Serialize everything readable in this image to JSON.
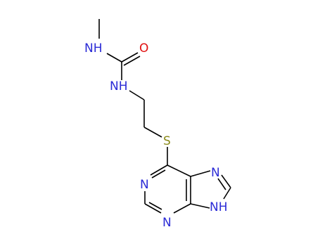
{
  "colors": {
    "background": "#ffffff",
    "bond": "#000000",
    "nitrogen": "#2b2bd6",
    "oxygen": "#e01010",
    "sulfur": "#8a8a1a"
  },
  "atoms": [
    {
      "id": "methyl_c",
      "label": "",
      "element": "C"
    },
    {
      "id": "n_urea_1",
      "label": "NH",
      "element": "N"
    },
    {
      "id": "c_carbonyl",
      "label": "",
      "element": "C"
    },
    {
      "id": "o_carbonyl",
      "label": "O",
      "element": "O"
    },
    {
      "id": "n_urea_2",
      "label": "NH",
      "element": "N"
    },
    {
      "id": "ch2_a",
      "label": "",
      "element": "C"
    },
    {
      "id": "ch2_b",
      "label": "",
      "element": "C"
    },
    {
      "id": "s_thio",
      "label": "S",
      "element": "S"
    },
    {
      "id": "c6",
      "label": "",
      "element": "C"
    },
    {
      "id": "n1",
      "label": "N",
      "element": "N"
    },
    {
      "id": "c2",
      "label": "",
      "element": "C"
    },
    {
      "id": "n3",
      "label": "N",
      "element": "N"
    },
    {
      "id": "c4",
      "label": "",
      "element": "C"
    },
    {
      "id": "c5",
      "label": "",
      "element": "C"
    },
    {
      "id": "n7",
      "label": "N",
      "element": "N"
    },
    {
      "id": "c8",
      "label": "",
      "element": "C"
    },
    {
      "id": "n9",
      "label": "NH",
      "element": "N"
    }
  ]
}
